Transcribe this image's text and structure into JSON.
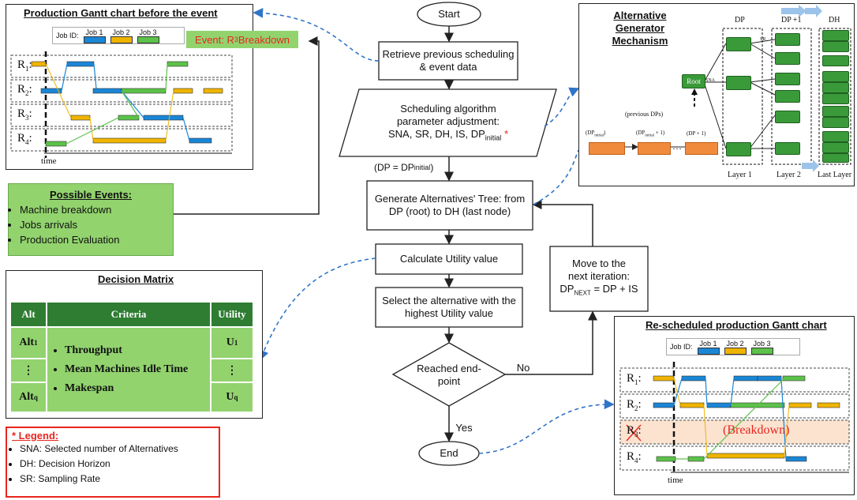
{
  "flowchart": {
    "start": "Start",
    "retrieve": "Retrieve previous scheduling & event data",
    "param_line1": "Scheduling algorithm",
    "param_line2": "parameter adjustment:",
    "param_line3": "SNA, SR, DH, IS, DP",
    "param_sub": "initial",
    "param_star": "*",
    "dp_eq_main": "(DP = DP",
    "dp_eq_sub": "initial",
    "dp_eq_close": ")",
    "generate": "Generate Alternatives' Tree: from DP (root) to DH (last node)",
    "utility": "Calculate Utility value",
    "select": "Select the alternative with the highest Utility value",
    "reached": "Reached end-point",
    "no": "No",
    "yes": "Yes",
    "end": "End",
    "move_line1": "Move to the",
    "move_line2": "next iteration:",
    "move_dp": "DP",
    "move_sub": "NEXT",
    "move_rest": " = DP + IS"
  },
  "gantt_before": {
    "title": "Production Gantt chart before the event",
    "job_id": "Job ID:",
    "jobs": [
      "Job 1",
      "Job 2",
      "Job 3"
    ],
    "event_prefix": "Event: R",
    "event_sub": "3",
    "event_suffix": " Breakdown",
    "resources": [
      "R",
      "R",
      "R",
      "R"
    ],
    "resource_subs": [
      "1",
      "2",
      "3",
      "4"
    ],
    "time": "time"
  },
  "events": {
    "title": "Possible Events:",
    "items": [
      "Machine breakdown",
      "Jobs arrivals",
      "Production Evaluation"
    ]
  },
  "decision_matrix": {
    "title": "Decision Matrix",
    "headers": [
      "Alt",
      "Criteria",
      "Utility"
    ],
    "alt_first": "Alt",
    "alt_first_sub": "1",
    "dots": "⋮",
    "alt_last": "Alt",
    "alt_last_sub": "q",
    "utility_first": "U",
    "utility_first_sub": "1",
    "utility_last": "U",
    "utility_last_sub": "q",
    "criteria": [
      "Throughput",
      "Mean Machines Idle Time",
      "Makespan"
    ]
  },
  "legend": {
    "title": "* Legend:",
    "items": [
      "SNA: Selected number of Alternatives",
      "DH: Decision Horizon",
      "SR: Sampling Rate"
    ]
  },
  "generator": {
    "title_line1": "Alternative Generator",
    "title_line2": "Mechanism",
    "col_dp": "DP",
    "col_dp1": "DP +1",
    "col_dh": "DH",
    "root": "Root",
    "prev_dps": "(previous DPs)",
    "dp_plus1": "(DP + 1)",
    "dp_initial": "(DP",
    "dp_initial_sub": "initial",
    "dp_initial_plus": "(DP",
    "dp_initial_plus_sub": "initial",
    "dp_initial_plus_rest": " + 1)",
    "layers": [
      "Layer 1",
      "Layer 2",
      "Last Layer"
    ],
    "ellipsis": "…",
    "sna": "SNA",
    "sr": "SR"
  },
  "gantt_after": {
    "title": "Re-scheduled production Gantt chart",
    "job_id": "Job ID:",
    "jobs": [
      "Job 1",
      "Job 2",
      "Job 3"
    ],
    "breakdown": "(Breakdown)",
    "resources": [
      "R",
      "R",
      "R",
      "R"
    ],
    "resource_subs": [
      "1",
      "2",
      "3",
      "4"
    ],
    "time": "time"
  },
  "colors": {
    "job1": "#1a86d6",
    "job2": "#f0b400",
    "job3": "#5cc24a",
    "event_red": "#e8261e",
    "box_green": "#92d36e",
    "matrix_head": "#2e7d32",
    "breakdown_band": "#fbe3d0"
  }
}
